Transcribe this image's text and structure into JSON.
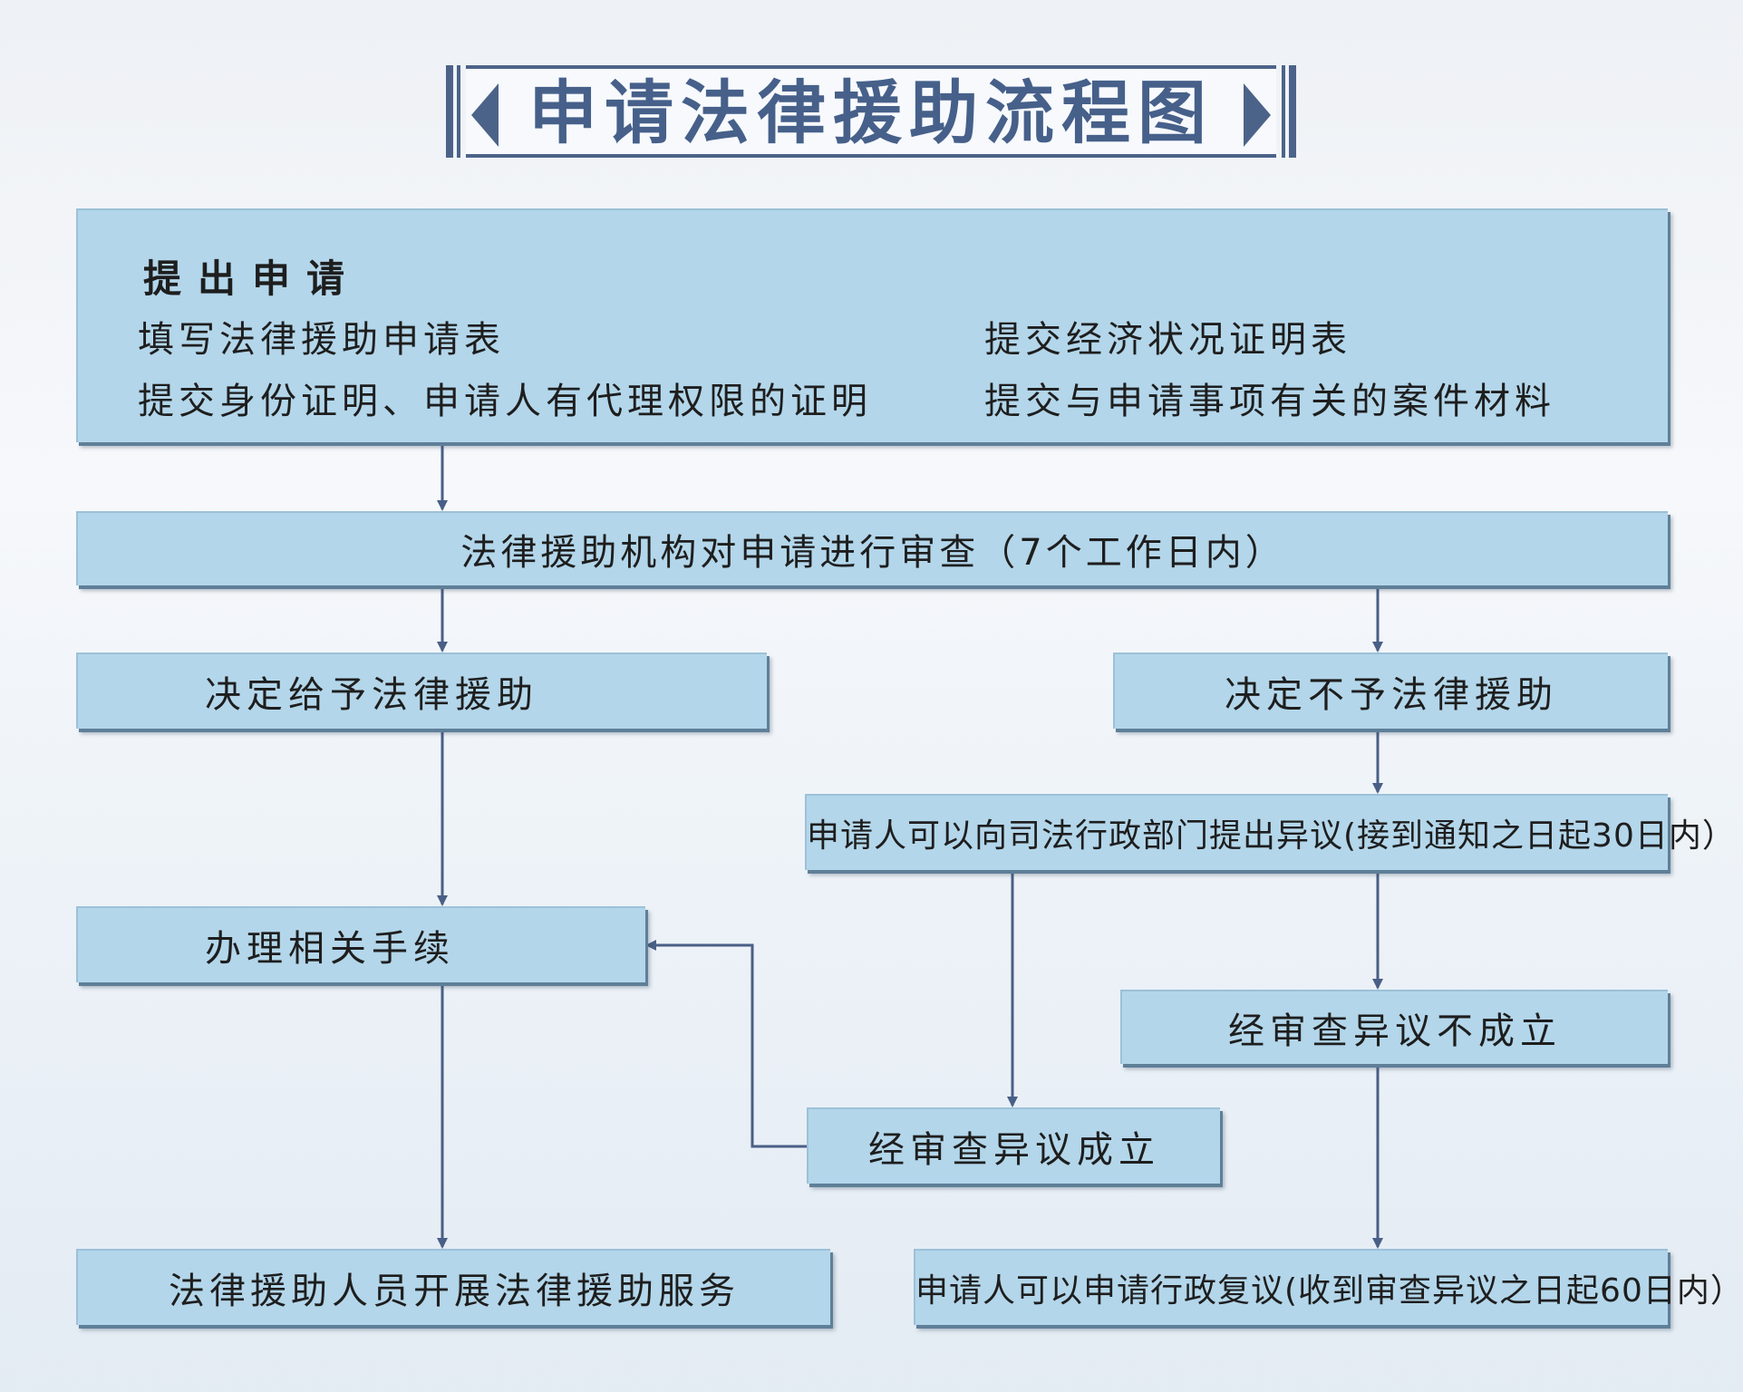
{
  "title": "申请法律援助流程图",
  "colors": {
    "box_fill": "#b3d6ea",
    "box_shadow": "#5f7f99",
    "arrow": "#4a5f86",
    "title_text": "#46608a",
    "title_border": "#4c6389"
  },
  "steps": {
    "apply": {
      "heading": "提出申请",
      "items": [
        "填写法律援助申请表",
        "提交经济状况证明表",
        "提交身份证明、申请人有代理权限的证明",
        "提交与申请事项有关的案件材料"
      ]
    },
    "review": "法律援助机构对申请进行审查（7个工作日内）",
    "grant": "决定给予法律援助",
    "deny": "决定不予法律援助",
    "objection": "申请人可以向司法行政部门提出异议(接到通知之日起30日内）",
    "procedures": "办理相关手续",
    "objection_rejected": "经审查异议不成立",
    "objection_upheld": "经审查异议成立",
    "service": "法律援助人员开展法律援助服务",
    "reconsideration": "申请人可以申请行政复议(收到审查异议之日起60日内）"
  }
}
